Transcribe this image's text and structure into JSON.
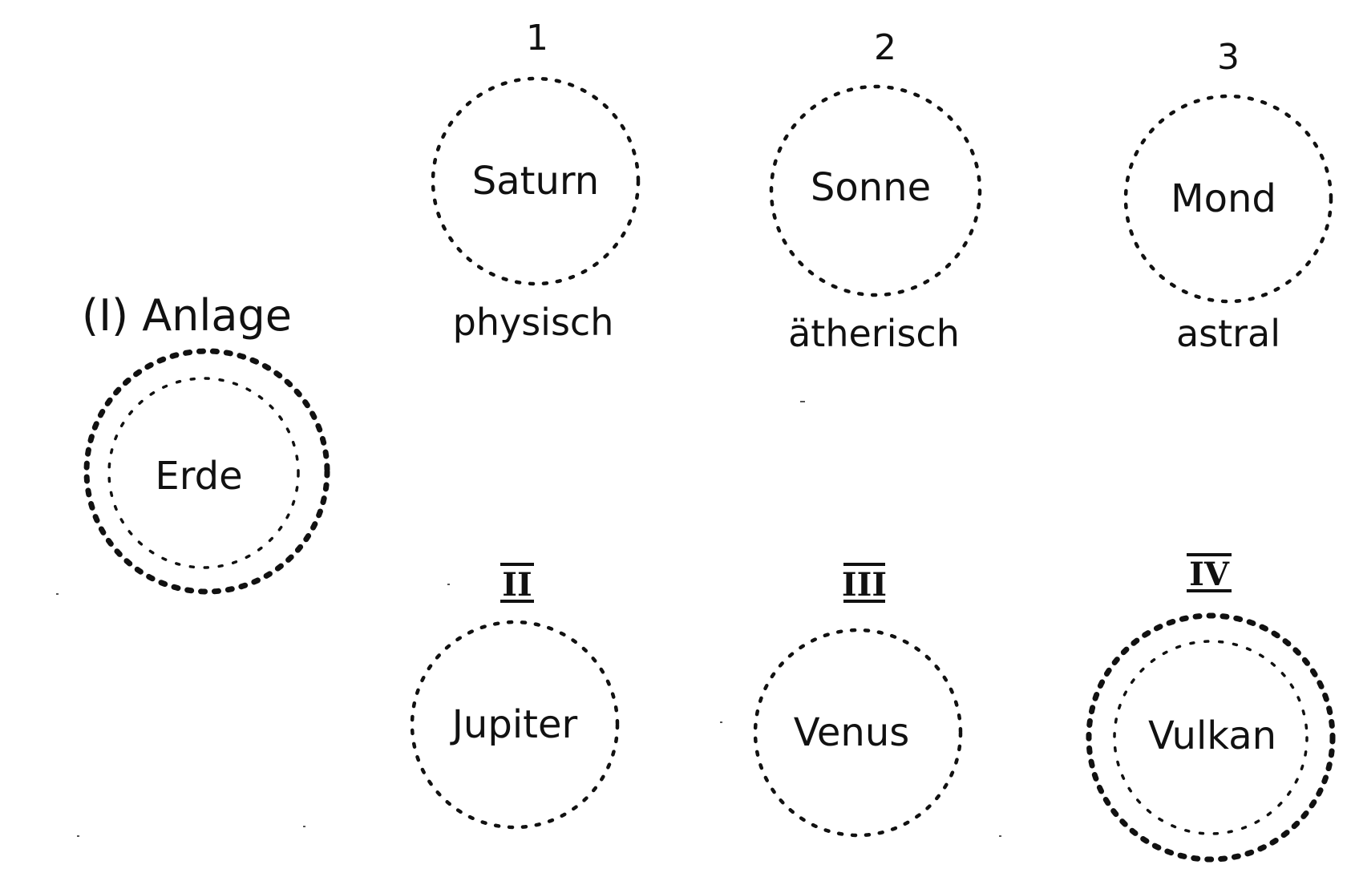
{
  "anlage": {
    "label": "(I) Anlage",
    "earth_label": "Erde"
  },
  "top_row": [
    {
      "number": "1",
      "planet": "Saturn",
      "quality": "physisch"
    },
    {
      "number": "2",
      "planet": "Sonne",
      "quality": "ätherisch"
    },
    {
      "number": "3",
      "planet": "Mond",
      "quality": "astral"
    }
  ],
  "bottom_row": [
    {
      "numeral": "II",
      "planet": "Jupiter"
    },
    {
      "numeral": "III",
      "planet": "Venus"
    },
    {
      "numeral": "IV",
      "planet": "Vulkan"
    }
  ],
  "colors": {
    "ink": "#111111",
    "paper": "#ffffff"
  }
}
